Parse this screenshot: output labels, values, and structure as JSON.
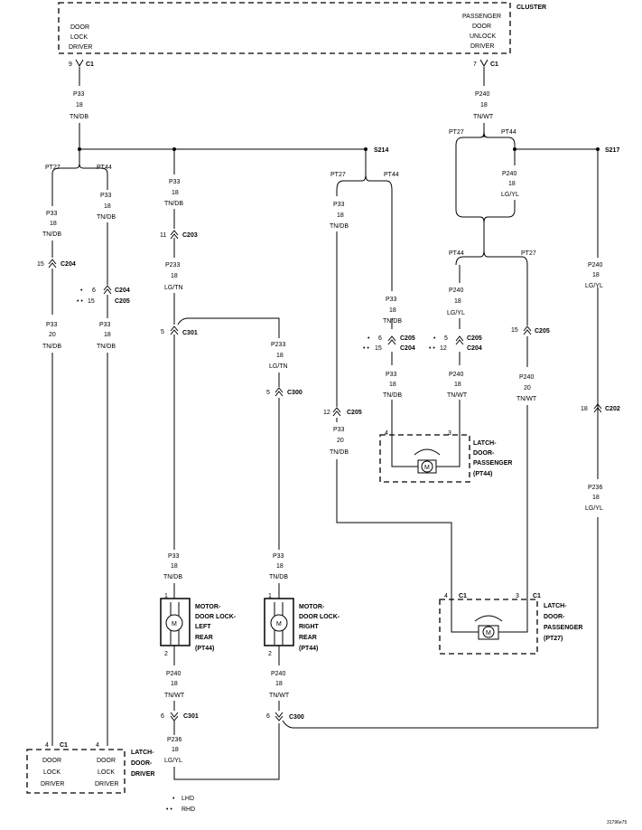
{
  "modules": {
    "cluster": {
      "name": "CLUSTER",
      "driver_lines": [
        "DOOR",
        "LOCK",
        "DRIVER"
      ],
      "passenger_lines": [
        "PASSENGER",
        "DOOR",
        "UNLOCK",
        "DRIVER"
      ]
    },
    "latch_driver": {
      "name_lines": [
        "LATCH-",
        "DOOR-",
        "DRIVER"
      ],
      "left_lines": [
        "DOOR",
        "LOCK",
        "DRIVER"
      ],
      "right_lines": [
        "DOOR",
        "LOCK",
        "DRIVER"
      ]
    },
    "latch_pass_pt44": {
      "name_lines": [
        "LATCH-",
        "DOOR-",
        "PASSENGER",
        "(PT44)"
      ]
    },
    "latch_pass_pt27": {
      "name_lines": [
        "LATCH-",
        "DOOR-",
        "PASSENGER",
        "(PT27)"
      ]
    },
    "motor_left": {
      "name_lines": [
        "MOTOR-",
        "DOOR LOCK-",
        "LEFT",
        "REAR",
        "(PT44)"
      ]
    },
    "motor_right": {
      "name_lines": [
        "MOTOR-",
        "DOOR LOCK-",
        "RIGHT",
        "REAR",
        "(PT44)"
      ]
    }
  },
  "motor_symbol": "M",
  "wires": {
    "p33_18_tndb": [
      "P33",
      "18",
      "TN/DB"
    ],
    "p33_20_tndb": [
      "P33",
      "20",
      "TN/DB"
    ],
    "p240_18_tnwt": [
      "P240",
      "18",
      "TN/WT"
    ],
    "p240_18_lgyl": [
      "P240",
      "18",
      "LG/YL"
    ],
    "p240_20_tnwt": [
      "P240",
      "20",
      "TN/WT"
    ],
    "p233_18_lgtn": [
      "P233",
      "18",
      "LG/TN"
    ],
    "p236_18_lgyl": [
      "P236",
      "18",
      "LG/YL"
    ]
  },
  "connectors": {
    "c1": "C1",
    "c203": "C203",
    "c204": "C204",
    "c205": "C205",
    "c202": "C202",
    "c300": "C300",
    "c301": "C301"
  },
  "splices": {
    "s214": "S214",
    "s217": "S217"
  },
  "variants": {
    "pt27": "PT27",
    "pt44": "PT44"
  },
  "pins": {
    "p1": "1",
    "p2": "2",
    "p3": "3",
    "p4": "4",
    "p5": "5",
    "p6": "6",
    "p7": "7",
    "p9": "9",
    "p11": "11",
    "p12": "12",
    "p15": "15",
    "p18": "18"
  },
  "legend": {
    "lhd_mark": "•",
    "lhd": "LHD",
    "rhd_mark": "• •",
    "rhd": "RHD"
  },
  "figure_id": "31796e75"
}
